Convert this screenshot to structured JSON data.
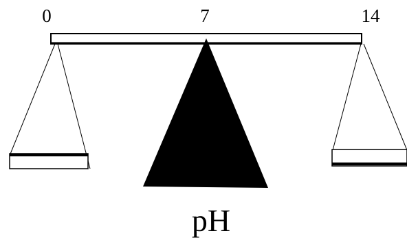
{
  "scale": {
    "left_value": "0",
    "center_value": "7",
    "right_value": "14",
    "label": "pH"
  },
  "colors": {
    "ink": "#000000",
    "paper": "#ffffff"
  }
}
